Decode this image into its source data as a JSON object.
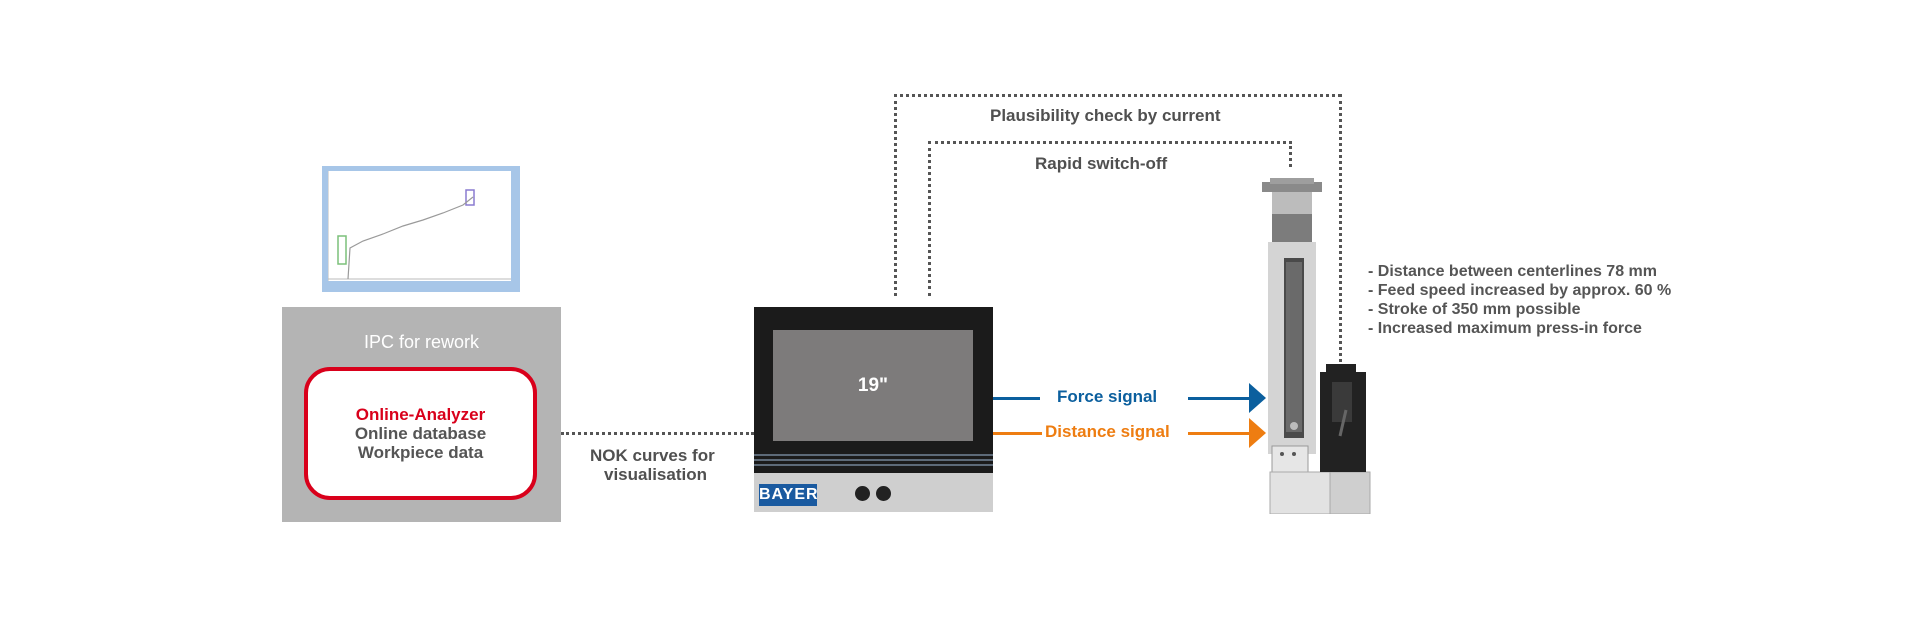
{
  "labels": {
    "plausibility": "Plausibility check by current",
    "rapid_switch_off": "Rapid switch-off",
    "nok_curves_line1": "NOK curves for",
    "nok_curves_line2": "visualisation"
  },
  "ipc": {
    "title": "IPC for rework",
    "items": [
      "Online-Analyzer",
      "Online database",
      "Workpiece data"
    ]
  },
  "monitor": {
    "screen_size": "19\"",
    "logo": "BAYER"
  },
  "signals": {
    "force": "Force signal",
    "distance": "Distance signal"
  },
  "features": [
    "- Distance between centerlines 78 mm",
    "- Feed speed increased by approx. 60 %",
    "- Stroke of 350 mm possible",
    "- Increased maximum press-in force"
  ],
  "colors": {
    "red": "#d9001b",
    "blue": "#0b5f9e",
    "orange": "#ee7d11",
    "grey_text": "#555555"
  }
}
